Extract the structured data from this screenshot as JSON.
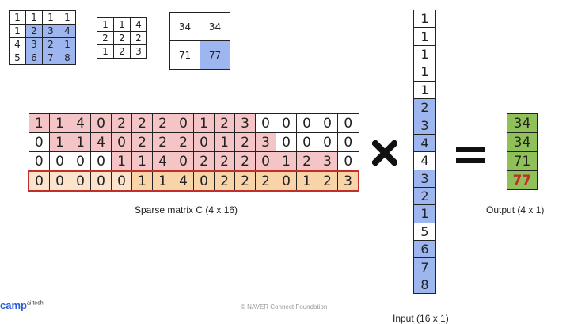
{
  "input_matrix": [
    [
      "1",
      "1",
      "1",
      "1"
    ],
    [
      "1",
      "2",
      "3",
      "4"
    ],
    [
      "4",
      "3",
      "2",
      "1"
    ],
    [
      "5",
      "6",
      "7",
      "8"
    ]
  ],
  "kernel_matrix": [
    [
      "1",
      "1",
      "4"
    ],
    [
      "2",
      "2",
      "2"
    ],
    [
      "1",
      "2",
      "3"
    ]
  ],
  "output_matrix": [
    [
      "34",
      "34"
    ],
    [
      "71",
      "77"
    ]
  ],
  "sparse_matrix": [
    [
      "1",
      "1",
      "4",
      "0",
      "2",
      "2",
      "2",
      "0",
      "1",
      "2",
      "3",
      "0",
      "0",
      "0",
      "0",
      "0"
    ],
    [
      "0",
      "1",
      "1",
      "4",
      "0",
      "2",
      "2",
      "2",
      "0",
      "1",
      "2",
      "3",
      "0",
      "0",
      "0",
      "0"
    ],
    [
      "0",
      "0",
      "0",
      "0",
      "1",
      "1",
      "4",
      "0",
      "2",
      "2",
      "2",
      "0",
      "1",
      "2",
      "3",
      "0"
    ],
    [
      "0",
      "0",
      "0",
      "0",
      "0",
      "1",
      "1",
      "4",
      "0",
      "2",
      "2",
      "2",
      "0",
      "1",
      "2",
      "3"
    ]
  ],
  "input_vector": [
    "1",
    "1",
    "1",
    "1",
    "1",
    "2",
    "3",
    "4",
    "4",
    "3",
    "2",
    "1",
    "5",
    "6",
    "7",
    "8"
  ],
  "output_vector": [
    "34",
    "34",
    "71",
    "77"
  ],
  "labels": {
    "sparse": "Sparse matrix C (4 x 16)",
    "output": "Output (4 x 1)",
    "input": "Input (16 x 1)"
  },
  "footer": "© NAVER Connect Foundation",
  "logo": {
    "main": "camp",
    "sup": "ai tech"
  },
  "colors": {
    "blue": "#9eb6f0",
    "pink": "#f4c4c6",
    "orange": "#f9d4a8",
    "peach": "#fbe4cb",
    "green": "#8fc158",
    "highlight_border": "#c0302a"
  }
}
